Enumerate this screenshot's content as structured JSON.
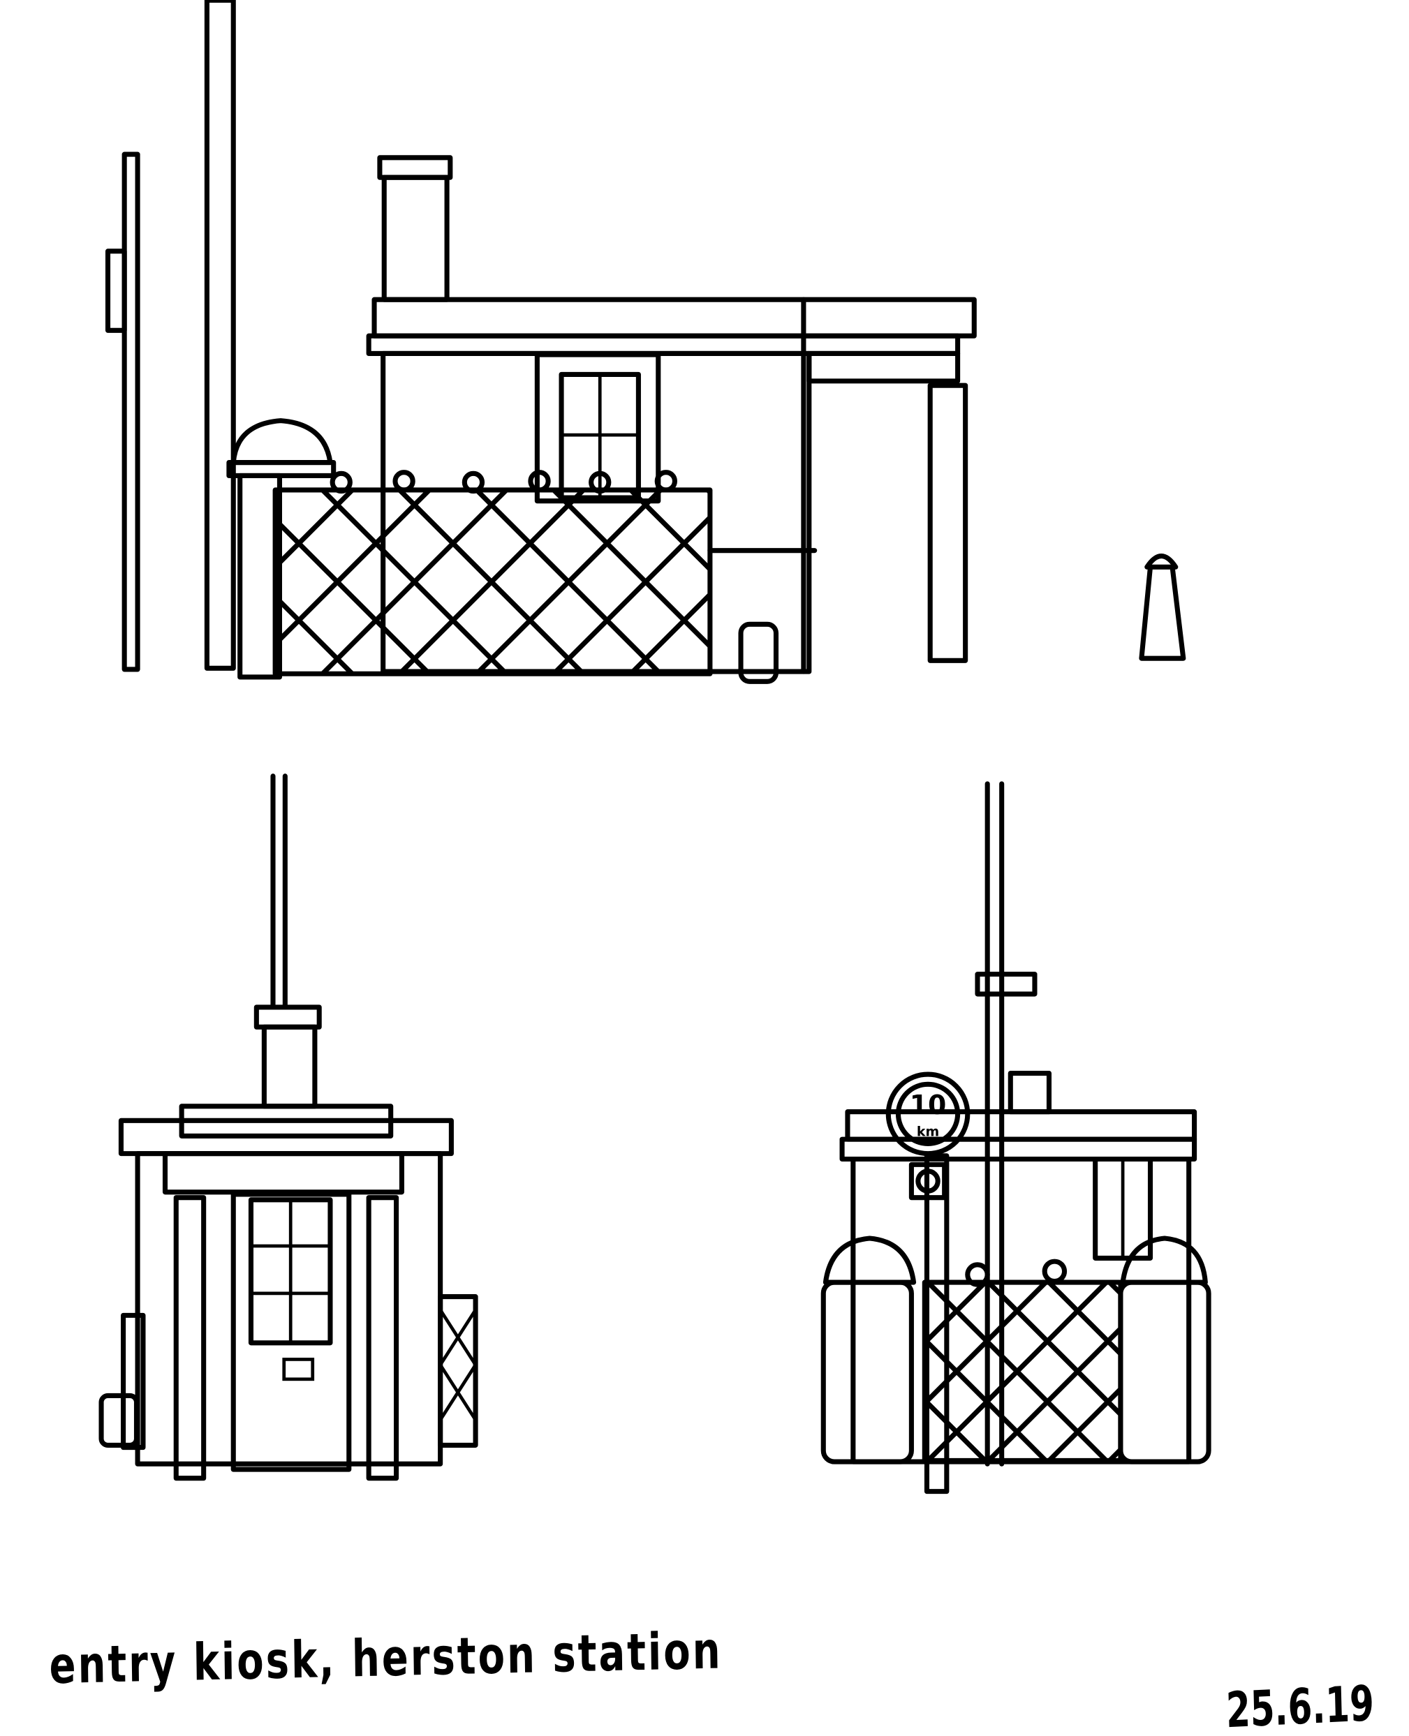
{
  "caption": "entry kiosk, herston station",
  "date": "25.6.19",
  "speed_sign": {
    "number": "10",
    "unit": "km"
  },
  "ink_color": "#000000",
  "paper_color": "#ffffff"
}
